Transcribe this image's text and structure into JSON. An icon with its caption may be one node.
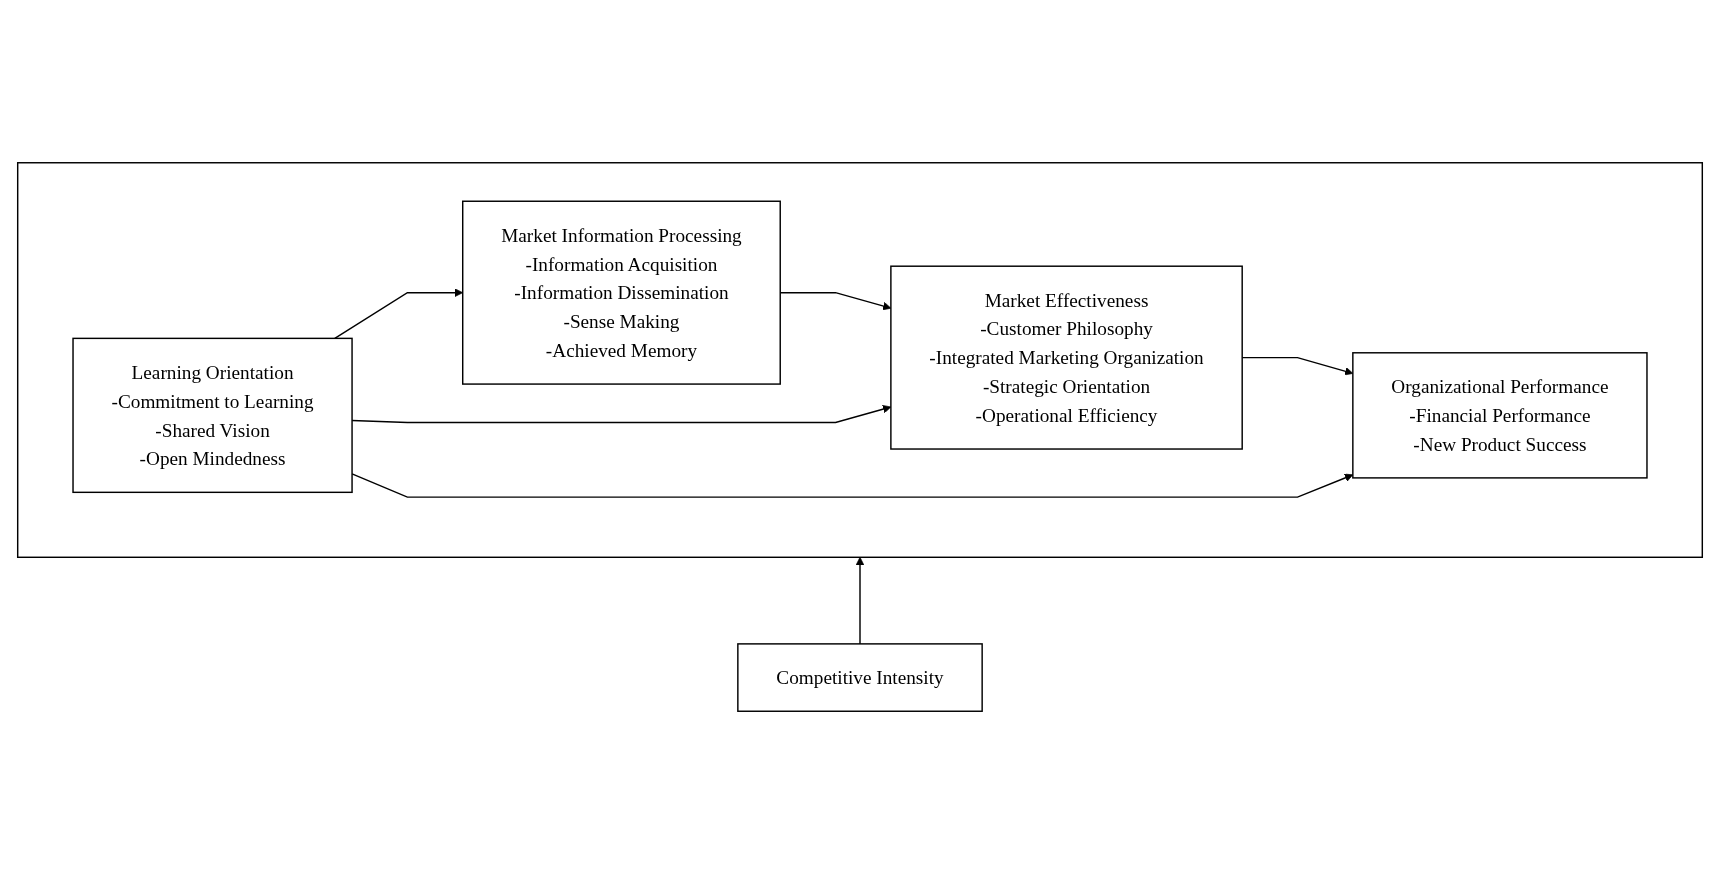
{
  "diagram": {
    "nodes": [
      {
        "text": [],
        "shape": "box"
      },
      {
        "text": [
          "Learning Orientation",
          "-Commitment to Learning",
          "-Shared Vision",
          "-Open Mindedness"
        ],
        "in": 0
      },
      {
        "text": [
          "Market Information Processing",
          "-Information Acquisition",
          "-Information Dissemination",
          "-Sense Making",
          "-Achieved Memory"
        ],
        "in": 0
      },
      {
        "text": [
          "Market Effectiveness",
          "-Customer Philosophy",
          "-Integrated Marketing Organization",
          "-Strategic Orientation",
          "-Operational Efficiency"
        ],
        "in": 0
      },
      {
        "text": [
          "Organizational Performance",
          "-Financial Performance",
          "-New Product Success"
        ],
        "in": 0
      },
      {
        "text": [
          "Competitive Intensity"
        ]
      }
    ],
    "edges": [
      {
        "from": 1,
        "to": 2,
        "arrow": "to"
      },
      {
        "from": 2,
        "to": 3,
        "arrow": "to"
      },
      {
        "from": 3,
        "to": 4,
        "arrow": "to"
      },
      {
        "from": 1,
        "to": 3,
        "arrow": "to"
      },
      {
        "from": 1,
        "to": 4,
        "arrow": "to"
      },
      {
        "from": 5,
        "to": 0,
        "arrow": "to"
      }
    ]
  }
}
